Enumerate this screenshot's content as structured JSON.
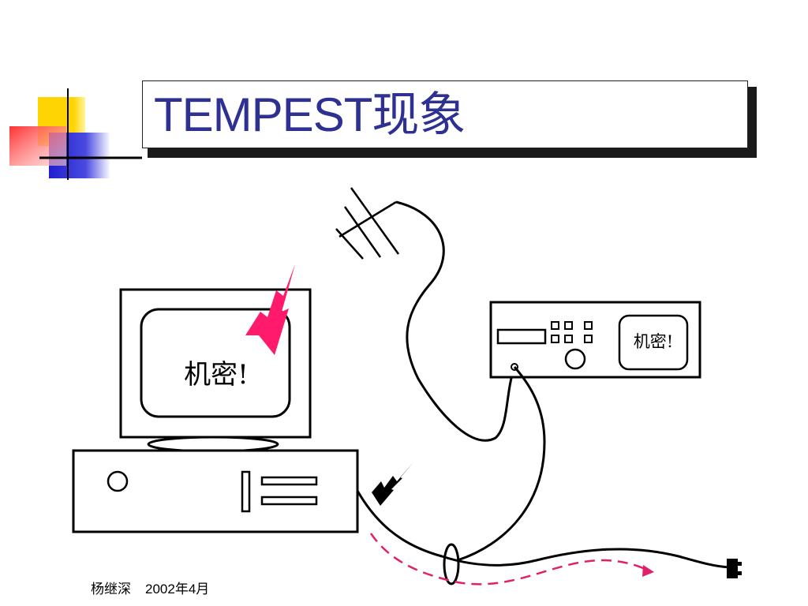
{
  "title": "TEMPEST现象",
  "footer": {
    "author": "杨继深",
    "date": "2002年4月"
  },
  "diagram": {
    "computer_screen_text": "机密!",
    "receiver_screen_text": "机密!"
  },
  "colors": {
    "title_text": "#2e3192",
    "lightning": "#ff1a6b",
    "dashed_arrow": "#e0206a",
    "deco_yellow": "#ffd400",
    "deco_red": "#ff3b3b",
    "deco_blue": "#2b2bd9"
  }
}
